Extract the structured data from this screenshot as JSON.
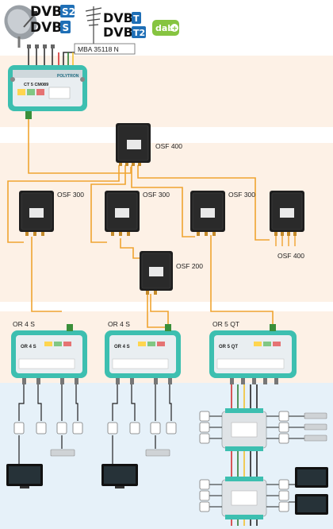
{
  "header": {
    "sat_logo_1": "DVB S2",
    "sat_logo_2": "DVB S",
    "terr_logo_1": "DVB T",
    "terr_logo_2": "DVB T2",
    "dab_logo": "dab+",
    "input_unit_label": "MBA 35118 N"
  },
  "main_unit": {
    "label": "CT 5 CM089",
    "brand": "POLYTRON"
  },
  "splitters": {
    "osf400_top": "OSF 400",
    "osf300_a": "OSF 300",
    "osf300_b": "OSF 300",
    "osf300_c": "OSF 300",
    "osf400_right": "OSF 400",
    "osf200": "OSF 200",
    "device_caption": "OSF"
  },
  "receivers": {
    "r1": "OR 4 S",
    "r2": "OR 4 S",
    "r3": "OR 5 QT",
    "r1_panel": "OR 4 S",
    "r2_panel": "OR 4 S",
    "r3_panel": "OR 5 QT"
  },
  "colors": {
    "band_peach": "#fdf1e6",
    "band_blue": "#e6f1f9",
    "fiber": "#f0a430",
    "teal": "#3dbfb0",
    "device_dark": "#1e1e1e"
  }
}
